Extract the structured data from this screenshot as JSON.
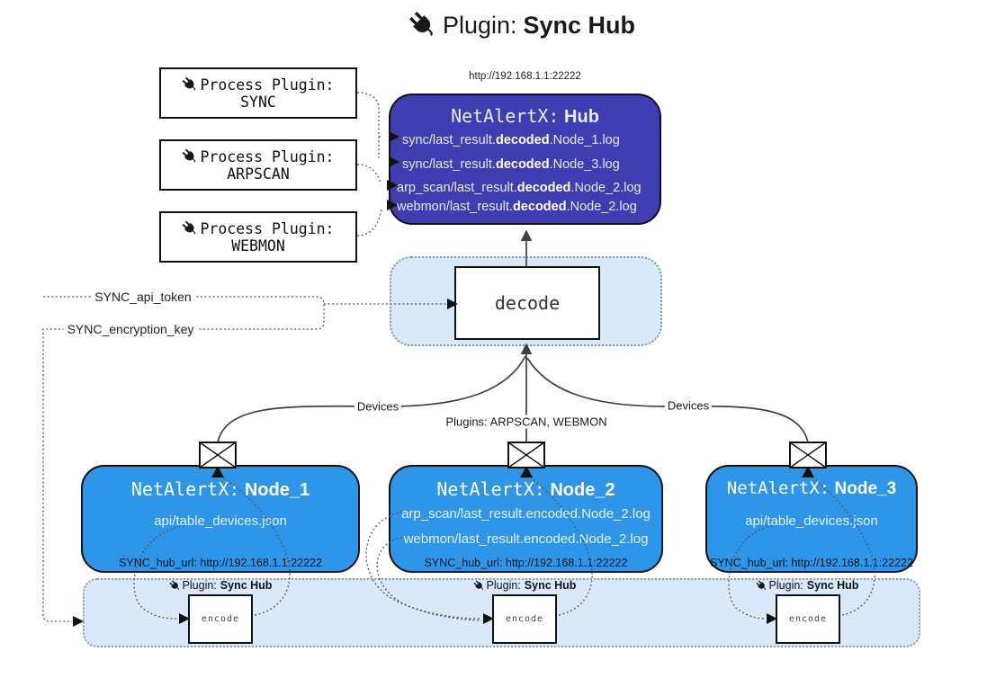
{
  "title": {
    "prefix": "Plugin:",
    "name": "Sync Hub"
  },
  "process_plugins": [
    {
      "label": "Process Plugin:",
      "name": "SYNC"
    },
    {
      "label": "Process Plugin:",
      "name": "ARPSCAN"
    },
    {
      "label": "Process Plugin:",
      "name": "WEBMON"
    }
  ],
  "hub": {
    "url": "http://192.168.1.1:22222",
    "name_prefix": "NetAlertX:",
    "name": "Hub",
    "lines": [
      {
        "pre": "sync/last_result.",
        "mid": "decoded",
        "post": ".Node_1.log"
      },
      {
        "pre": "sync/last_result.",
        "mid": "decoded",
        "post": ".Node_3.log"
      },
      {
        "pre": "arp_scan/last_result.",
        "mid": "decoded",
        "post": ".Node_2.log"
      },
      {
        "pre": "webmon/last_result.",
        "mid": "decoded",
        "post": ".Node_2.log"
      }
    ]
  },
  "tokens": {
    "api_token": "SYNC_api_token",
    "encryption_key": "SYNC_encryption_key"
  },
  "decode_label": "decode",
  "encode_label": "encode",
  "flow_labels": {
    "devices_left": "Devices",
    "plugins_mid": "Plugins: ARPSCAN, WEBMON",
    "devices_right": "Devices"
  },
  "nodes": [
    {
      "name_prefix": "NetAlertX:",
      "name": "Node_1",
      "lines": [
        "api/table_devices.json"
      ],
      "hub_url": "SYNC_hub_url: http://192.168.1.1:22222"
    },
    {
      "name_prefix": "NetAlertX:",
      "name": "Node_2",
      "lines": [
        "arp_scan/last_result.encoded.Node_2.log",
        "webmon/last_result.encoded.Node_2.log"
      ],
      "hub_url": "SYNC_hub_url: http://192.168.1.1:22222"
    },
    {
      "name_prefix": "NetAlertX:",
      "name": "Node_3",
      "lines": [
        "api/table_devices.json"
      ],
      "hub_url": "SYNC_hub_url: http://192.168.1.1:22222"
    }
  ],
  "bottom_plugin_label": {
    "prefix": "Plugin:",
    "name": "Sync Hub"
  },
  "icons": {
    "title_icon": "plug-icon",
    "node_mail_icon": "envelope-icon"
  },
  "colors": {
    "hub_fill": "#3E3EB2",
    "node_fill": "#2E96E9",
    "container_fill": "#D9E9FA",
    "solid_line": "#3c4149",
    "dotted_line": "#555555"
  }
}
